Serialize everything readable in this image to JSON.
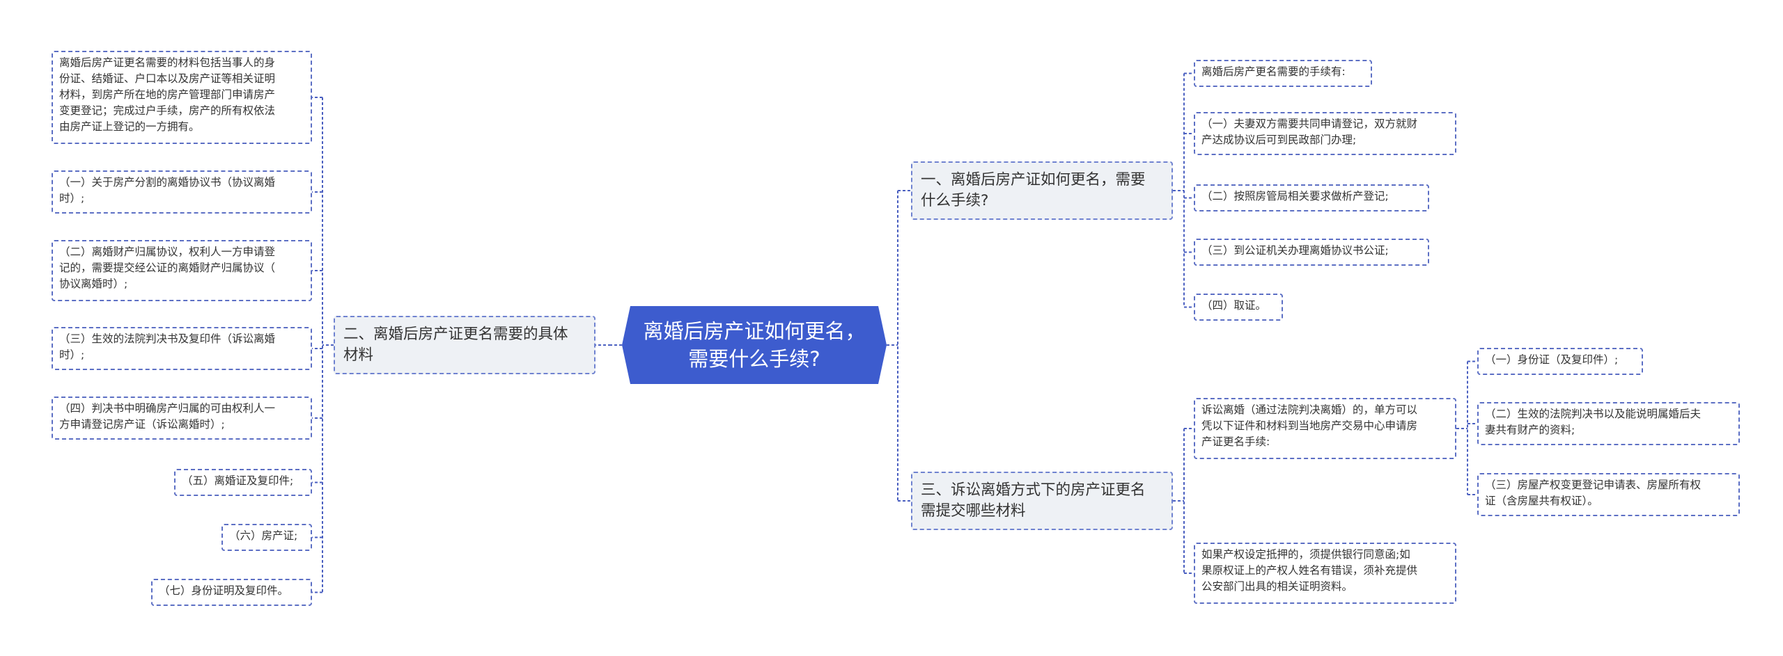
{
  "colors": {
    "center_fill": "#3d5cce",
    "line": "#4a5fc0",
    "border": "#5c6fc4",
    "branch_fill": "#eef1f5"
  },
  "mindmap": {
    "center": {
      "text": "离婚后房产证如何更名，\n需要什么手续?"
    },
    "branch_one": {
      "text": "一、离婚后房产证如何更名，需要\n什么手续?",
      "items": [
        "离婚后房产更名需要的手续有:",
        "（一）夫妻双方需要共同申请登记，双方就财\n产达成协议后可到民政部门办理;",
        "（二）按照房管局相关要求做析产登记;",
        "（三）到公证机关办理离婚协议书公证;",
        "（四）取证。"
      ]
    },
    "branch_two": {
      "text": "二、离婚后房产证更名需要的具体\n材料",
      "items": [
        "离婚后房产证更名需要的材料包括当事人的身\n份证、结婚证、户口本以及房产证等相关证明\n材料，到房产所在地的房产管理部门申请房产\n变更登记；完成过户手续，房产的所有权依法\n由房产证上登记的一方拥有。",
        "（一）关于房产分割的离婚协议书（协议离婚\n时）;",
        "（二）离婚财产归属协议，权利人一方申请登\n记的，需要提交经公证的离婚财产归属协议（\n协议离婚时）;",
        "（三）生效的法院判决书及复印件（诉讼离婚\n时）;",
        "（四）判决书中明确房产归属的可由权利人一\n方申请登记房产证（诉讼离婚时）;",
        "（五）离婚证及复印件;",
        "（六）房产证;",
        "（七）身份证明及复印件。"
      ]
    },
    "branch_three": {
      "text": "三、诉讼离婚方式下的房产证更名\n需提交哪些材料",
      "sub_a": {
        "text": "诉讼离婚（通过法院判决离婚）的，单方可以\n凭以下证件和材料到当地房产交易中心申请房\n产证更名手续:",
        "items": [
          "（一）身份证（及复印件）;",
          "（二）生效的法院判决书以及能说明属婚后夫\n妻共有财产的资料;",
          "（三）房屋产权变更登记申请表、房屋所有权\n证（含房屋共有权证）。"
        ]
      },
      "sub_b": {
        "text": "如果产权设定抵押的，须提供银行同意函;如\n果原权证上的产权人姓名有错误，须补充提供\n公安部门出具的相关证明资料。"
      }
    }
  }
}
